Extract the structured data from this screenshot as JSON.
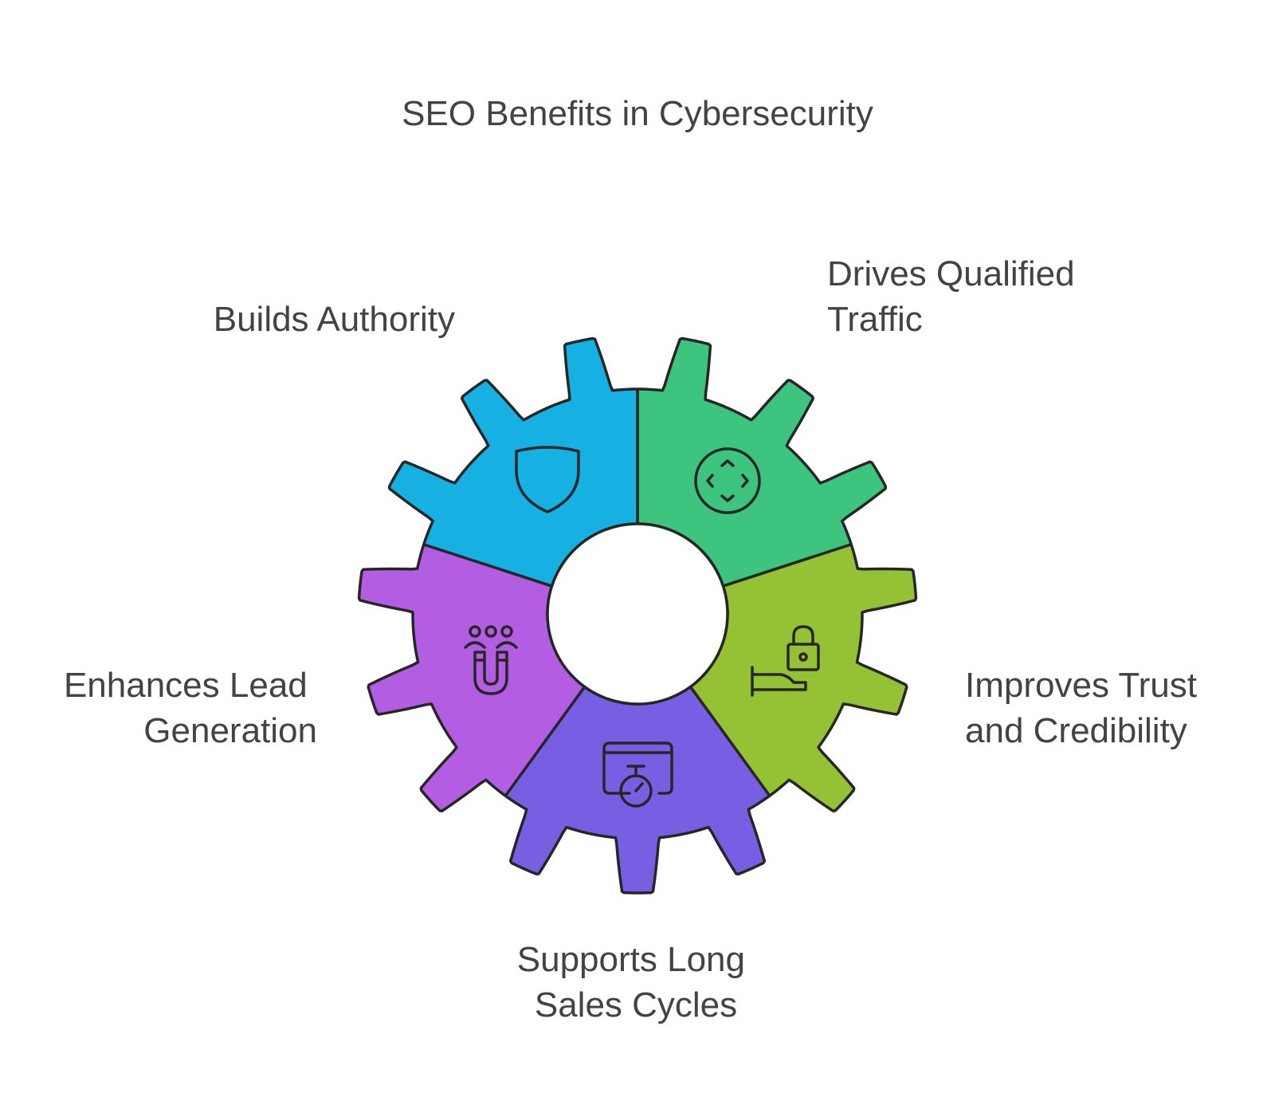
{
  "title": "SEO Benefits in Cybersecurity",
  "segments": [
    {
      "label_lines": [
        "Builds Authority"
      ],
      "icon": "shield-icon",
      "color": "#3DC47E"
    },
    {
      "label_lines": [
        "Drives Qualified",
        "Traffic"
      ],
      "icon": "target-icon",
      "color": "#95C234"
    },
    {
      "label_lines": [
        "Improves Trust",
        "and Credibility"
      ],
      "icon": "hand-lock-icon",
      "color": "#785EE3"
    },
    {
      "label_lines": [
        "Supports Long",
        "Sales Cycles"
      ],
      "icon": "browser-stopwatch-icon",
      "color": "#B35EE2"
    },
    {
      "label_lines": [
        "Enhances Lead",
        "Generation"
      ],
      "icon": "people-magnet-icon",
      "color": "#17B0E3"
    }
  ]
}
